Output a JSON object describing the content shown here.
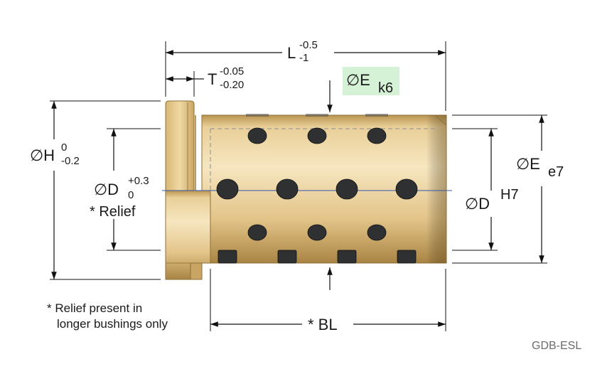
{
  "dimensions": {
    "L": {
      "symbol": "L",
      "tol_upper": "-0.5",
      "tol_lower": "-1"
    },
    "T": {
      "symbol": "T",
      "tol_upper": "-0.05",
      "tol_lower": "-0.20"
    },
    "E_k6": {
      "symbol": "∅E",
      "fit": "k6"
    },
    "H": {
      "symbol": "∅H",
      "tol_upper": "0",
      "tol_lower": "-0.2"
    },
    "D_relief": {
      "symbol": "∅D",
      "tol_upper": "+0.3",
      "tol_lower": "0",
      "note": "* Relief"
    },
    "D_H7": {
      "symbol": "∅D",
      "fit": "H7"
    },
    "E_e7": {
      "symbol": "∅E",
      "fit": "e7"
    },
    "BL": {
      "label": "* BL"
    }
  },
  "footnote": {
    "line1": "* Relief present in",
    "line2": "longer bushings only"
  },
  "part_code": "GDB-ESL",
  "colors": {
    "bronze_light": "#f2deb0",
    "bronze_mid": "#d9b777",
    "bronze_dark": "#a98544",
    "plug": "#2e3032",
    "highlight": "#d6f2d6",
    "centerline": "#3355aa"
  }
}
